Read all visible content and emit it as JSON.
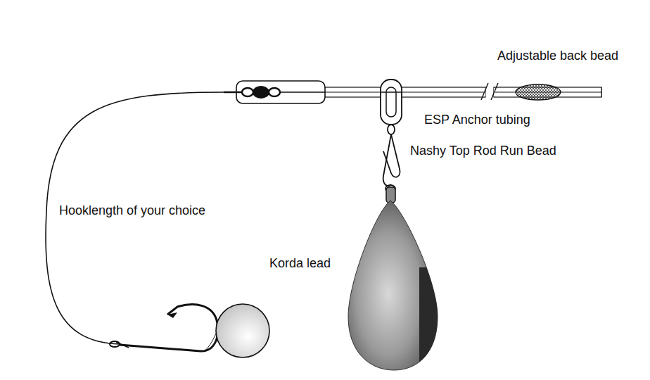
{
  "diagram": {
    "labels": [
      "Adjustable back bead",
      "ESP Anchor tubing",
      "Nashy Top Rod Run Bead",
      "Hooklength of your choice",
      "Korda lead"
    ]
  }
}
